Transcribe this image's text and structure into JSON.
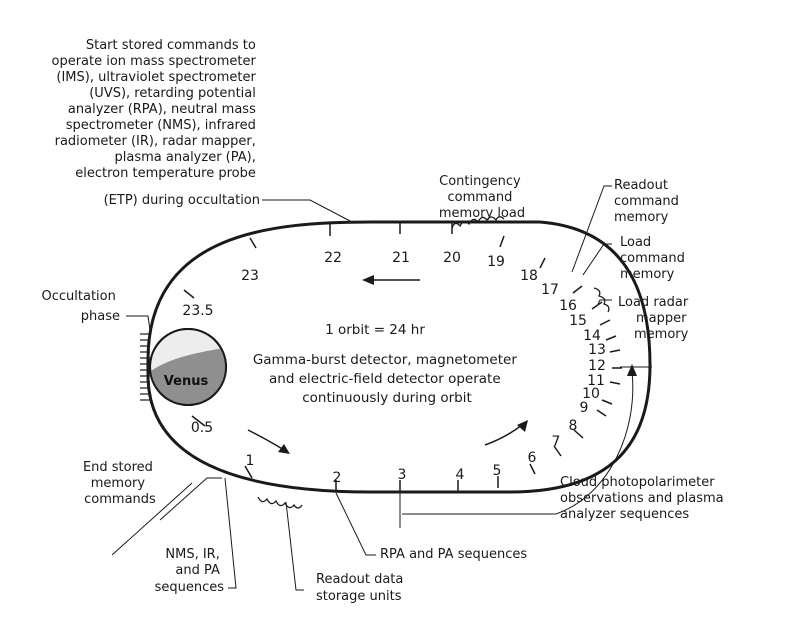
{
  "annotations": {
    "start_stored": [
      "Start stored commands to",
      "operate ion mass spectrometer",
      "(IMS), ultraviolet spectrometer",
      "(UVS), retarding potential",
      "analyzer (RPA), neutral mass",
      "spectrometer (NMS), infrared",
      "radiometer (IR), radar mapper,",
      "plasma analyzer (PA),",
      "electron temperature probe",
      "(ETP) during occultation"
    ],
    "contingency": [
      "Contingency",
      "command",
      "memory load"
    ],
    "readout_command": [
      "Readout",
      "command",
      "memory"
    ],
    "load_command": [
      "Load",
      "command",
      "memory"
    ],
    "load_radar": [
      "Load radar",
      "mapper",
      "memory"
    ],
    "occultation": [
      "Occultation",
      "phase"
    ],
    "end_stored": [
      "End stored",
      "memory",
      "commands"
    ],
    "nms_ir_pa": [
      "NMS, IR,",
      "and PA",
      "sequences"
    ],
    "readout_data": [
      "Readout data",
      "storage units"
    ],
    "rpa_pa": [
      "RPA and PA sequences"
    ],
    "cloud": [
      "Cloud photopolarimeter",
      "observations and plasma",
      "analyzer sequences"
    ]
  },
  "center": {
    "orbit": "1 orbit = 24 hr",
    "description": [
      "Gamma-burst detector, magnetometer",
      "and electric-field detector operate",
      "continuously during orbit"
    ]
  },
  "planet": "Venus",
  "hours": [
    {
      "label": "0.5"
    },
    {
      "label": "1"
    },
    {
      "label": "2"
    },
    {
      "label": "3"
    },
    {
      "label": "4"
    },
    {
      "label": "5"
    },
    {
      "label": "6"
    },
    {
      "label": "7"
    },
    {
      "label": "8"
    },
    {
      "label": "9"
    },
    {
      "label": "10"
    },
    {
      "label": "11"
    },
    {
      "label": "12"
    },
    {
      "label": "13"
    },
    {
      "label": "14"
    },
    {
      "label": "15"
    },
    {
      "label": "16"
    },
    {
      "label": "17"
    },
    {
      "label": "18"
    },
    {
      "label": "19"
    },
    {
      "label": "20"
    },
    {
      "label": "21"
    },
    {
      "label": "22"
    },
    {
      "label": "23"
    },
    {
      "label": "23.5"
    }
  ]
}
